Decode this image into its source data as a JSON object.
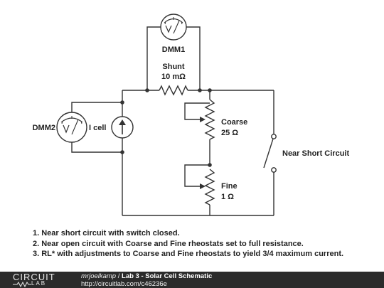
{
  "schematic": {
    "labels": {
      "dmm1": "DMM1",
      "shunt_name": "Shunt",
      "shunt_value": "10 mΩ",
      "dmm2": "DMM2",
      "icell": "I cell",
      "coarse_name": "Coarse",
      "coarse_value": "25 Ω",
      "fine_name": "Fine",
      "fine_value": "1 Ω",
      "switch": "Near Short Circuit"
    }
  },
  "notes": [
    "1. Near short circuit with switch closed.",
    "2. Near open circuit with Coarse and Fine rheostats set to full resistance.",
    "3. RL* with adjustments to Coarse and Fine rheostats to yield 3/4 maximum current."
  ],
  "footer": {
    "logo_top": "CIRCUIT",
    "logo_bottom": "LAB",
    "author": "mrjoelkamp",
    "separator": " / ",
    "title": "Lab 3 - Solar Cell Schematic",
    "url": "http://circuitlab.com/c46236e"
  }
}
